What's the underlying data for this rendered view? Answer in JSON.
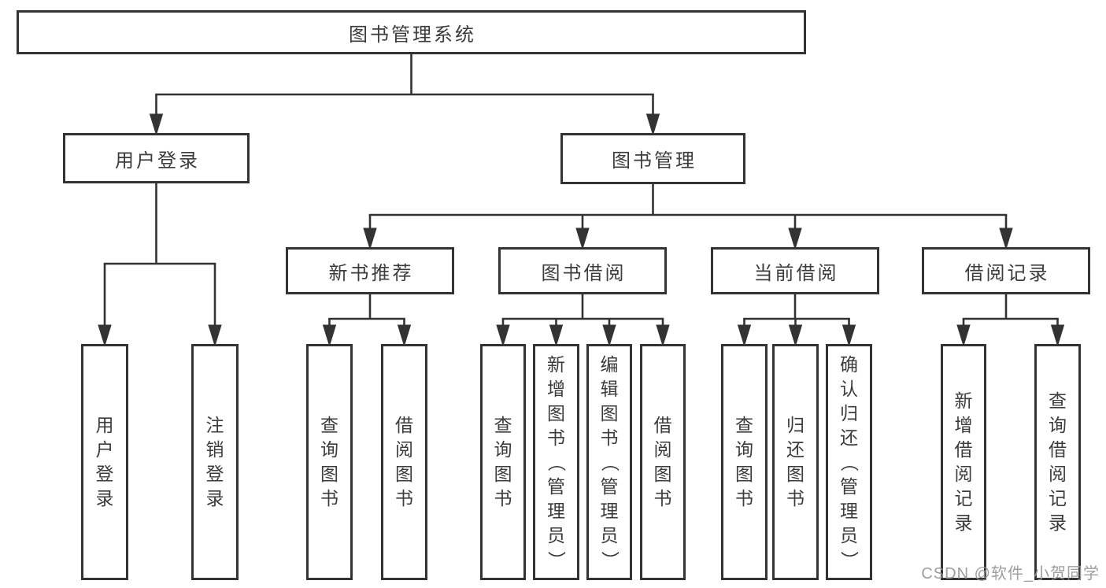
{
  "watermark": "CSDN @软件_小贺同学",
  "diagram": {
    "type": "hierarchy",
    "title": "图书管理系统",
    "nodes": [
      {
        "id": "system",
        "label": "图书管理系统",
        "parent": null,
        "orientation": "horizontal"
      },
      {
        "id": "user-login",
        "label": "用户登录",
        "parent": "system",
        "orientation": "horizontal"
      },
      {
        "id": "book-management",
        "label": "图书管理",
        "parent": "system",
        "orientation": "horizontal"
      },
      {
        "id": "new-book-recommend",
        "label": "新书推荐",
        "parent": "book-management",
        "orientation": "horizontal"
      },
      {
        "id": "book-borrowing",
        "label": "图书借阅",
        "parent": "book-management",
        "orientation": "horizontal"
      },
      {
        "id": "current-borrowing",
        "label": "当前借阅",
        "parent": "book-management",
        "orientation": "horizontal"
      },
      {
        "id": "borrowing-records",
        "label": "借阅记录",
        "parent": "book-management",
        "orientation": "horizontal"
      },
      {
        "id": "user-login-leaf",
        "label": "用户登录",
        "parent": "user-login",
        "orientation": "vertical"
      },
      {
        "id": "logout-leaf",
        "label": "注销登录",
        "parent": "user-login",
        "orientation": "vertical"
      },
      {
        "id": "query-books-1",
        "label": "查询图书",
        "parent": "new-book-recommend",
        "orientation": "vertical"
      },
      {
        "id": "borrow-books-1",
        "label": "借阅图书",
        "parent": "new-book-recommend",
        "orientation": "vertical"
      },
      {
        "id": "query-books-2",
        "label": "查询图书",
        "parent": "book-borrowing",
        "orientation": "vertical"
      },
      {
        "id": "add-books",
        "label": "新增图书（管理员）",
        "parent": "book-borrowing",
        "orientation": "vertical"
      },
      {
        "id": "edit-books",
        "label": "编辑图书（管理员）",
        "parent": "book-borrowing",
        "orientation": "vertical"
      },
      {
        "id": "borrow-books-2",
        "label": "借阅图书",
        "parent": "book-borrowing",
        "orientation": "vertical"
      },
      {
        "id": "query-books-3",
        "label": "查询图书",
        "parent": "current-borrowing",
        "orientation": "vertical"
      },
      {
        "id": "return-books",
        "label": "归还图书",
        "parent": "current-borrowing",
        "orientation": "vertical"
      },
      {
        "id": "confirm-return",
        "label": "确认归还（管理员）",
        "parent": "current-borrowing",
        "orientation": "vertical"
      },
      {
        "id": "add-borrow-record",
        "label": "新增借阅记录",
        "parent": "borrowing-records",
        "orientation": "vertical"
      },
      {
        "id": "query-borrow-record",
        "label": "查询借阅记录",
        "parent": "borrowing-records",
        "orientation": "vertical"
      }
    ],
    "colors": {
      "line": "#333333",
      "text": "#3c3c3c",
      "watermark": "#949494",
      "background": "#ffffff"
    }
  }
}
